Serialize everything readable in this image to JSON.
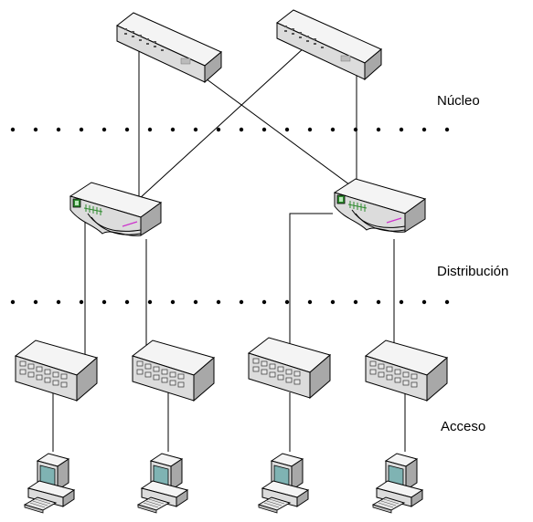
{
  "layers": {
    "core": "Núcleo",
    "distribution": "Distribución",
    "access": "Acceso"
  },
  "icons": {
    "core_switch": "core-switch-icon",
    "distribution_router": "distribution-switch-icon",
    "access_switch": "access-switch-icon",
    "workstation": "workstation-icon"
  },
  "colors": {
    "device_light": "#f2f2f2",
    "device_mid": "#d9d9d9",
    "device_dark": "#9e9e9e",
    "outline": "#000000",
    "accent_green": "#2e8b2e",
    "accent_magenta": "#cc33cc"
  }
}
